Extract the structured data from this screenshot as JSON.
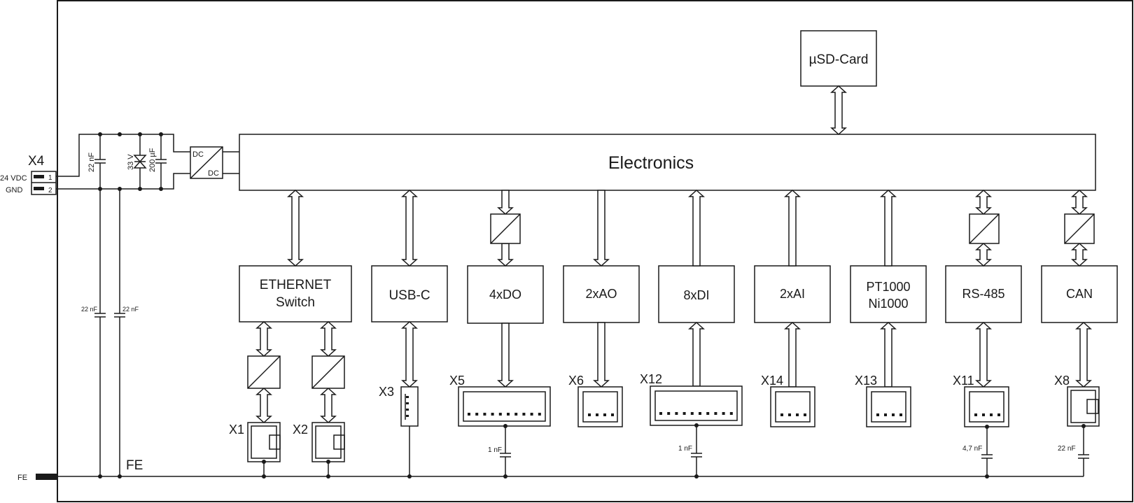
{
  "supply": {
    "connector": "X4",
    "pin1_label": "24 VDC",
    "pin2_label": "GND",
    "pin1": "1",
    "pin2": "2",
    "cap1": "22 nF",
    "diode": "33 V",
    "cap2": "200 µF",
    "dc_in": "DC",
    "dc_out": "DC",
    "cap_fe1": "22 nF",
    "cap_fe2": "22 nF"
  },
  "sd_card": "µSD-Card",
  "electronics": "Electronics",
  "fe_left": "FE",
  "fe_label": "FE",
  "modules": {
    "ethernet_line1": "ETHERNET",
    "ethernet_line2": "Switch",
    "usb": "USB-C",
    "do": "4xDO",
    "ao": "2xAO",
    "di": "8xDI",
    "ai": "2xAI",
    "pt_line1": "PT1000",
    "pt_line2": "Ni1000",
    "rs485": "RS-485",
    "can": "CAN"
  },
  "connectors": {
    "x1": "X1",
    "x2": "X2",
    "x3": "X3",
    "x5": "X5",
    "x6": "X6",
    "x12": "X12",
    "x14": "X14",
    "x13": "X13",
    "x11": "X11",
    "x8": "X8"
  },
  "caps": {
    "x5": "1 nF",
    "x12": "1 nF",
    "x11": "4,7 nF",
    "x8": "22 nF"
  }
}
